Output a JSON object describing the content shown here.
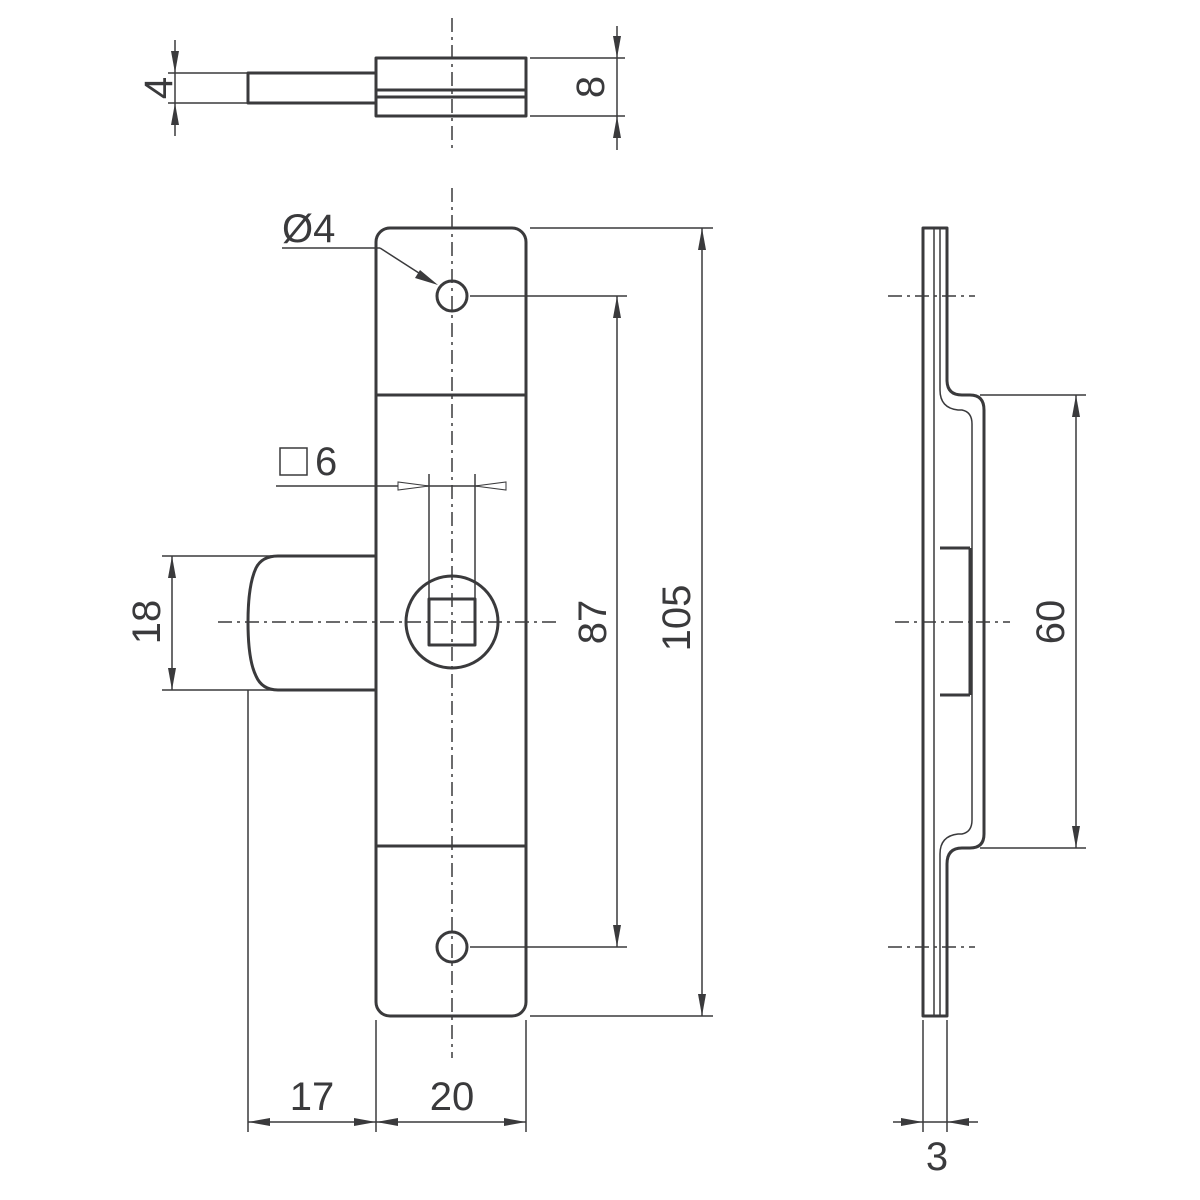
{
  "colors": {
    "line": "#3a3a3c",
    "background": "#ffffff"
  },
  "dimensions": {
    "hole_diameter": "Ø4",
    "square_hole": "6",
    "top_view_thickness": "4",
    "top_view_height": "8",
    "latch_height": "18",
    "hole_spacing": "87",
    "overall_length": "105",
    "latch_projection": "17",
    "plate_width": "20",
    "side_view_spacing": "60",
    "side_view_thickness": "3"
  },
  "icons": {
    "square_symbol": "square-outline-icon"
  }
}
